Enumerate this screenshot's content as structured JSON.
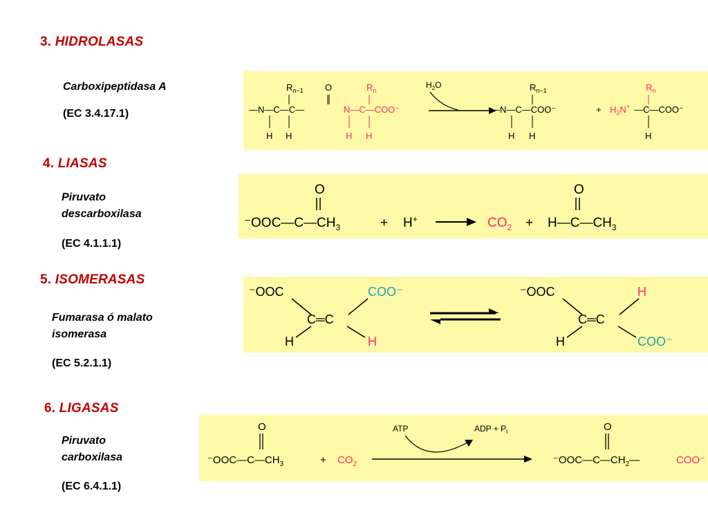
{
  "sections": [
    {
      "number": "3.",
      "name": "HIDROLASAS",
      "enzyme_lines": [
        "Carboxipeptidasa A"
      ],
      "ec": "(EC 3.4.17.1)",
      "reaction": {
        "reagent_over_arrow": "H2O",
        "substrate": "peptide with residues Rn-1 and Rn",
        "products": [
          "peptide ending in Rn-1 COO-",
          "amino acid H3N+ Rn COO-"
        ]
      }
    },
    {
      "number": "4.",
      "name": "LIASAS",
      "enzyme_lines": [
        "Piruvato",
        "descarboxilasa"
      ],
      "ec": "(EC 4.1.1.1)",
      "reaction": {
        "substrate": "-OOC-CO-CH3",
        "co_reactant": "H+",
        "products": [
          "CO2",
          "H-CO-CH3"
        ]
      }
    },
    {
      "number": "5.",
      "name": "ISOMERASAS",
      "enzyme_lines": [
        "Fumarasa ó malato",
        "isomerasa"
      ],
      "ec": "(EC 5.2.1.1)",
      "reaction": {
        "substrate": "cis -OOC-CH=CH-COO-",
        "product": "trans -OOC-CH=CH-COO-",
        "arrow": "equilibrium"
      }
    },
    {
      "number": "6.",
      "name": "LIGASAS",
      "enzyme_lines": [
        "Piruvato",
        "carboxilasa"
      ],
      "ec": "(EC 6.4.1.1)",
      "reaction": {
        "cofactor_in": "ATP",
        "cofactor_out": "ADP + Pi",
        "substrate": "-OOC-CO-CH3",
        "co_reactant": "CO2",
        "product": "-OOC-CO-CH2-COO-"
      }
    }
  ],
  "colors": {
    "title": "#c00000",
    "panel_background": "#fdf9a6",
    "highlight_red": "#ff2a68",
    "highlight_cyan": "#1aa3b8",
    "ink": "#000000"
  }
}
